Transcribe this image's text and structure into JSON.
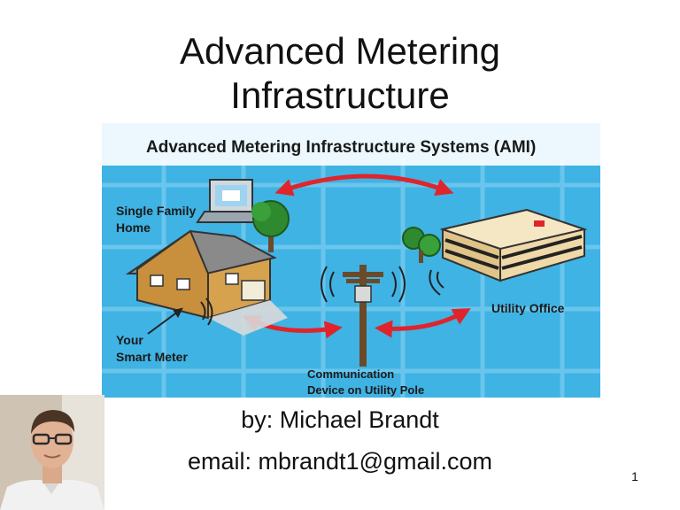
{
  "slide": {
    "title_line1": "Advanced Metering",
    "title_line2": "Infrastructure",
    "author_line": "by: Michael Brandt",
    "email_line": "email: mbrandt1@gmail.com",
    "page_number": "1"
  },
  "figure": {
    "heading": "Advanced Metering Infrastructure Systems (AMI)",
    "label_home_line1": "Single Family",
    "label_home_line2": "Home",
    "label_meter_line1": "Your",
    "label_meter_line2": "Smart Meter",
    "label_office": "Utility Office",
    "label_pole_line1": "Communication",
    "label_pole_line2": "Device on Utility Pole",
    "colors": {
      "sky": "#3fb3e3",
      "grid": "#6ec8ee",
      "arrow": "#e0242b",
      "house": "#d6a24e",
      "roof": "#8a8a8a",
      "building": "#efd9a8",
      "tree": "#2f8a2f"
    }
  },
  "photo": {
    "icon": "person-portrait-icon"
  }
}
